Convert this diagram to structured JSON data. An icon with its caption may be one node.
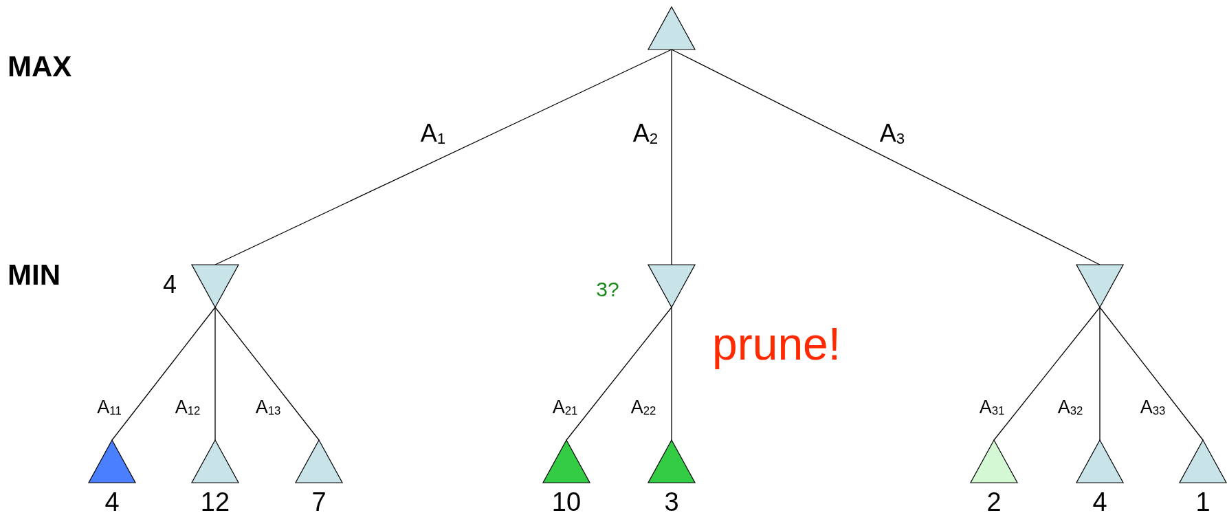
{
  "diagram": {
    "nodes": [
      {
        "text": [],
        "shape": "triangle"
      },
      {
        "text": [],
        "shape": "triangle",
        "beside": [
          "4"
        ]
      },
      {
        "text": [],
        "shape": "triangle",
        "beside": [
          "3?"
        ]
      },
      {
        "text": [],
        "shape": "triangle"
      },
      {
        "text": [],
        "shape": "triangle",
        "beside": [
          "4"
        ]
      },
      {
        "text": [],
        "shape": "triangle",
        "beside": [
          "12"
        ]
      },
      {
        "text": [],
        "shape": "triangle",
        "beside": [
          "7"
        ]
      },
      {
        "text": [],
        "shape": "triangle",
        "beside": [
          "10"
        ]
      },
      {
        "text": [],
        "shape": "triangle",
        "beside": [
          "3"
        ]
      },
      {
        "text": [],
        "shape": "triangle",
        "beside": [
          "2"
        ]
      },
      {
        "text": [],
        "shape": "triangle",
        "beside": [
          "4"
        ]
      },
      {
        "text": [],
        "shape": "triangle",
        "beside": [
          "1"
        ]
      }
    ],
    "edges": [
      {
        "from": 0,
        "to": 1,
        "arrow": "none",
        "label": "A$_{1}$"
      },
      {
        "from": 0,
        "to": 2,
        "arrow": "none",
        "label": "A$_{2}$"
      },
      {
        "from": 0,
        "to": 3,
        "arrow": "none",
        "label": "A$_{3}$"
      },
      {
        "from": 1,
        "to": 4,
        "arrow": "none",
        "label": "A$_{11}$"
      },
      {
        "from": 1,
        "to": 5,
        "arrow": "none",
        "label": "A$_{12}$"
      },
      {
        "from": 1,
        "to": 6,
        "arrow": "none",
        "label": "A$_{13}$"
      },
      {
        "from": 2,
        "to": 7,
        "arrow": "none",
        "label": "A$_{21}$"
      },
      {
        "from": 2,
        "to": 8,
        "arrow": "none",
        "label": "A$_{22}$"
      },
      {
        "from": 3,
        "to": 9,
        "arrow": "none",
        "label": "A$_{31}$"
      },
      {
        "from": 3,
        "to": 10,
        "arrow": "none",
        "label": "A$_{32}$"
      },
      {
        "from": 3,
        "to": 11,
        "arrow": "none",
        "label": "A$_{33}$"
      }
    ],
    "labels": [
      "MAX",
      "MIN",
      "prune!"
    ]
  }
}
